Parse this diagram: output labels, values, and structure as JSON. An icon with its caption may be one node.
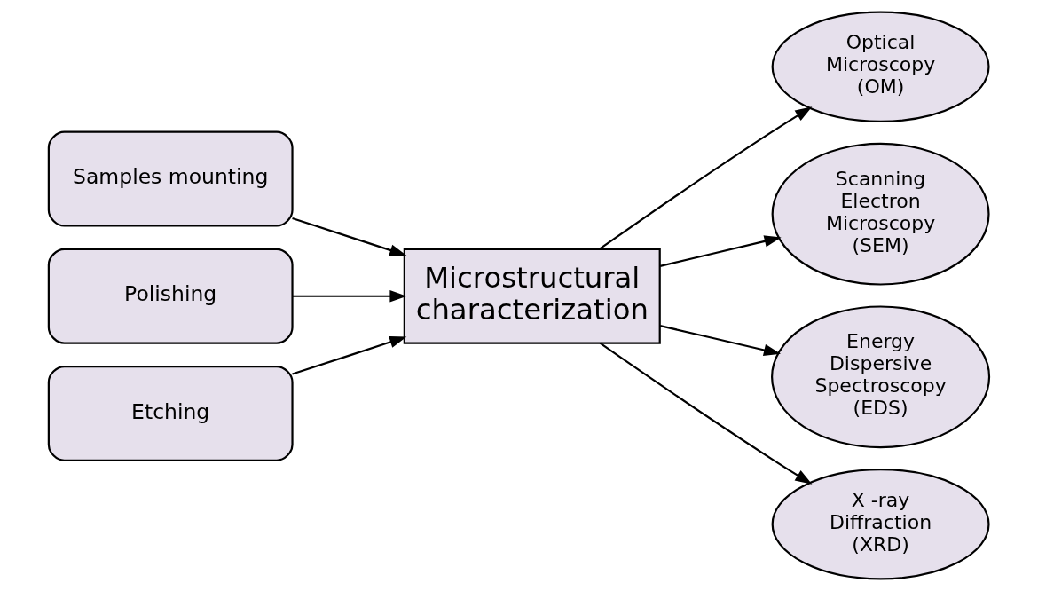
{
  "diagram": {
    "nodes": [
      {
        "text": [
          "Samples mounting"
        ]
      },
      {
        "text": [
          "Polishing"
        ]
      },
      {
        "text": [
          "Etching"
        ]
      },
      {
        "text": [
          "Microstructural characterization"
        ]
      },
      {
        "text": [
          "Optical Microscopy (OM)"
        ]
      },
      {
        "text": [
          "Scanning Electron Microscopy (SEM)"
        ]
      },
      {
        "text": [
          "Energy Dispersive Spectroscopy (EDS)"
        ]
      },
      {
        "text": [
          "X -ray Diffraction (XRD)"
        ]
      }
    ],
    "edges": [
      {
        "from": 0,
        "to": 3,
        "arrow": "to"
      },
      {
        "from": 1,
        "to": 3,
        "arrow": "to"
      },
      {
        "from": 2,
        "to": 3,
        "arrow": "to"
      },
      {
        "from": 3,
        "to": 4,
        "arrow": "to"
      },
      {
        "from": 3,
        "to": 5,
        "arrow": "to"
      },
      {
        "from": 3,
        "to": 6,
        "arrow": "to"
      },
      {
        "from": 3,
        "to": 7,
        "arrow": "to"
      }
    ]
  }
}
